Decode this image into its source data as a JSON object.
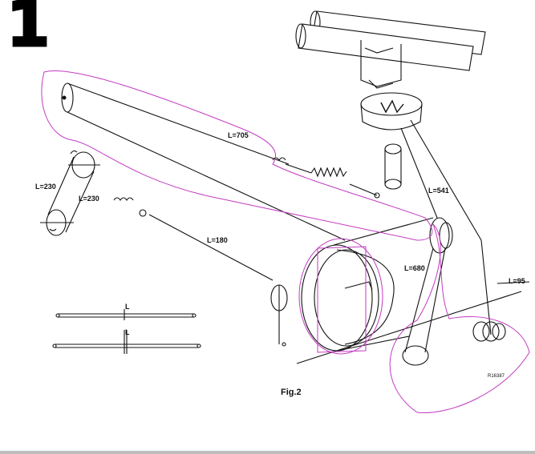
{
  "figure": {
    "page_number": "1",
    "caption": "Fig.2",
    "reference_code": "R16387"
  },
  "belt_labels": {
    "l705": "L=705",
    "l541": "L=541",
    "l230a": "L=230",
    "l230b": "L=230",
    "l180": "L=180",
    "l680": "L=680",
    "l95": "L=95"
  },
  "spring_legend": {
    "top_label": "L",
    "bottom_label": "L"
  },
  "colors": {
    "ink": "#111111",
    "annotation": "#c23bc2",
    "bottom_bar": "#bdbdbd"
  }
}
